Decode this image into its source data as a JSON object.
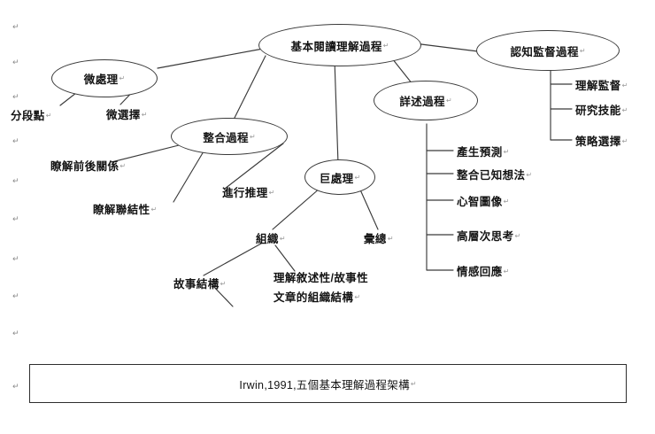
{
  "document": {
    "paragraph_mark": "↵",
    "caption": "Irwin,1991,五個基本理解過程架構"
  },
  "diagram": {
    "root": {
      "label": "基本閱讀理解過程"
    },
    "processes": [
      {
        "id": "micro",
        "label": "微處理",
        "children": [
          {
            "label": "分段點"
          },
          {
            "label": "微選擇"
          }
        ]
      },
      {
        "id": "integration",
        "label": "整合過程",
        "children": [
          {
            "label": "瞭解前後關係"
          },
          {
            "label": "瞭解聯結性"
          },
          {
            "label": "進行推理"
          }
        ]
      },
      {
        "id": "macro",
        "label": "巨處理",
        "children": [
          {
            "label": "組織"
          },
          {
            "label": "彙總"
          }
        ],
        "grandchildren": [
          {
            "label": "故事結構"
          },
          {
            "label": "理解敘述性/故事性文章的組織結構"
          }
        ]
      },
      {
        "id": "elaboration",
        "label": "詳述過程",
        "children": [
          {
            "label": "產生預測"
          },
          {
            "label": "整合已知想法"
          },
          {
            "label": "心智圖像"
          },
          {
            "label": "高層次思考"
          },
          {
            "label": "情感回應"
          }
        ]
      },
      {
        "id": "metacognition",
        "label": "認知監督過程",
        "children": [
          {
            "label": "理解監督"
          },
          {
            "label": "研究技能"
          },
          {
            "label": "策略選擇"
          }
        ]
      }
    ]
  },
  "colors": {
    "line": "#3a3a3a",
    "text": "#141414",
    "mark": "#8a8a8a",
    "background": "#ffffff"
  }
}
